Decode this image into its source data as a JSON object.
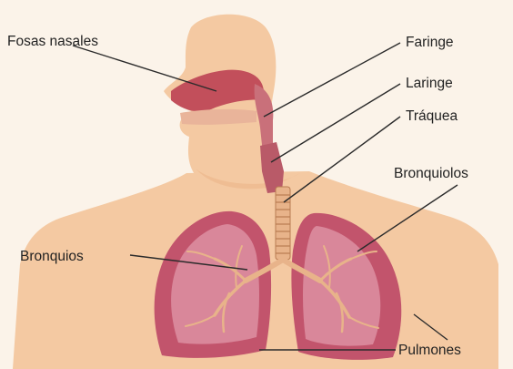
{
  "labels": {
    "fosas_nasales": "Fosas nasales",
    "faringe": "Faringe",
    "laringe": "Laringe",
    "traquea": "Tráquea",
    "bronquiolos": "Bronquiolos",
    "bronquios": "Bronquios",
    "pulmones": "Pulmones"
  },
  "colors": {
    "background": "#fbf3e9",
    "skin": "#f4c9a2",
    "skin_shadow": "#efbd93",
    "lung_fill": "#c2546c",
    "lung_inner": "#d9879a",
    "airway": "#e8b38a",
    "nasal_cavity": "#c24f5b",
    "leader_line": "#2b2b2b"
  }
}
